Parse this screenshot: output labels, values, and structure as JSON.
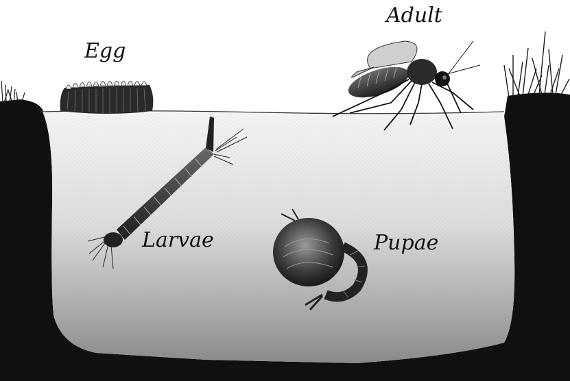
{
  "labels": {
    "egg": "Egg",
    "adult": "Adult",
    "larvae": "Larvae",
    "pupae": "Pupae"
  },
  "colors": {
    "ground": "#111111",
    "water_top": "#f3f3f3",
    "water_bottom": "#8f8f8f",
    "ink": "#1a1a1a"
  }
}
